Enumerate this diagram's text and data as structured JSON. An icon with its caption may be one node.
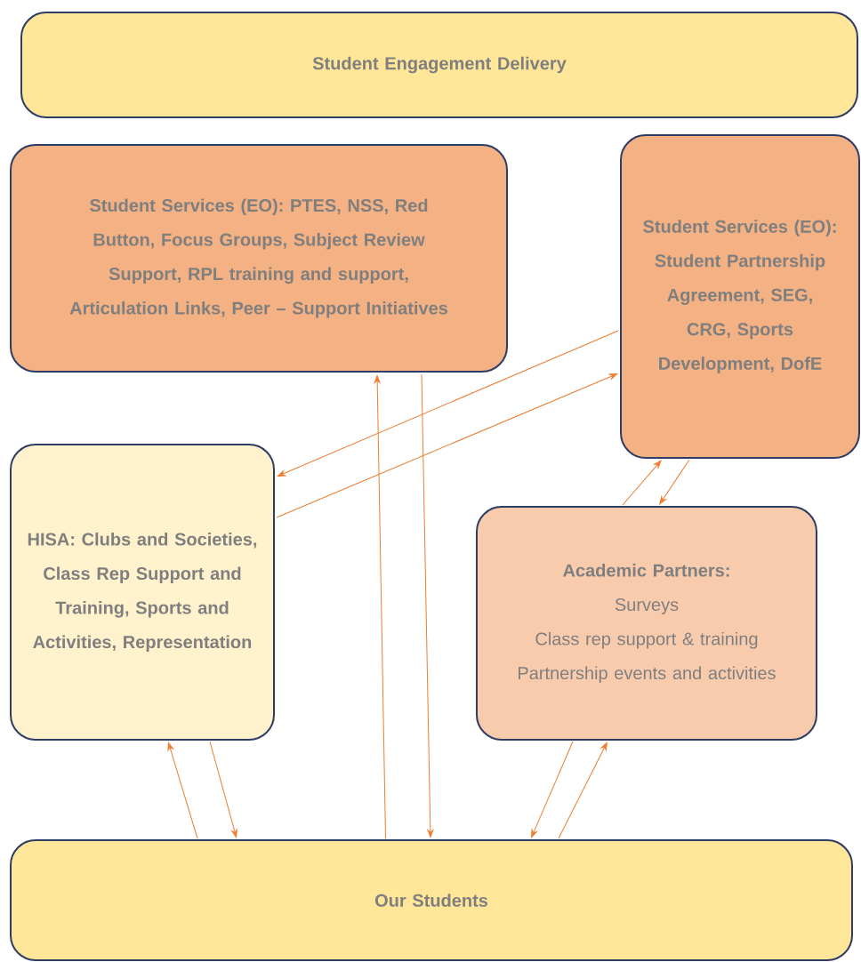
{
  "diagram": {
    "nodes": [
      {
        "text": [
          "Student Engagement Delivery"
        ]
      },
      {
        "text": [
          "Student Services (EO): PTES, NSS, Red Button, Focus Groups, Subject Review Support, RPL training and support, Articulation Links, Peer – Support Initiatives"
        ]
      },
      {
        "text": [
          "Student Services (EO): Student Partnership Agreement, SEG, CRG, Sports Development, DofE"
        ]
      },
      {
        "text": [
          "HISA: Clubs and Societies, Class Rep Support and Training, Sports and Activities, Representation"
        ]
      },
      {
        "text": [
          "Academic Partners:",
          "Surveys",
          "Class rep support & training",
          "Partnership events and activities"
        ]
      },
      {
        "text": [
          "Our Students"
        ]
      }
    ],
    "edges": [
      {
        "from": 2,
        "to": 3,
        "arrow": "to"
      },
      {
        "from": 3,
        "to": 2,
        "arrow": "to"
      },
      {
        "from": 5,
        "to": 1,
        "arrow": "to"
      },
      {
        "from": 1,
        "to": 5,
        "arrow": "to"
      },
      {
        "from": 4,
        "to": 2,
        "arrow": "to"
      },
      {
        "from": 2,
        "to": 4,
        "arrow": "to"
      },
      {
        "from": 5,
        "to": 3,
        "arrow": "to"
      },
      {
        "from": 3,
        "to": 5,
        "arrow": "to"
      },
      {
        "from": 4,
        "to": 5,
        "arrow": "to"
      },
      {
        "from": 5,
        "to": 4,
        "arrow": "to"
      }
    ]
  }
}
